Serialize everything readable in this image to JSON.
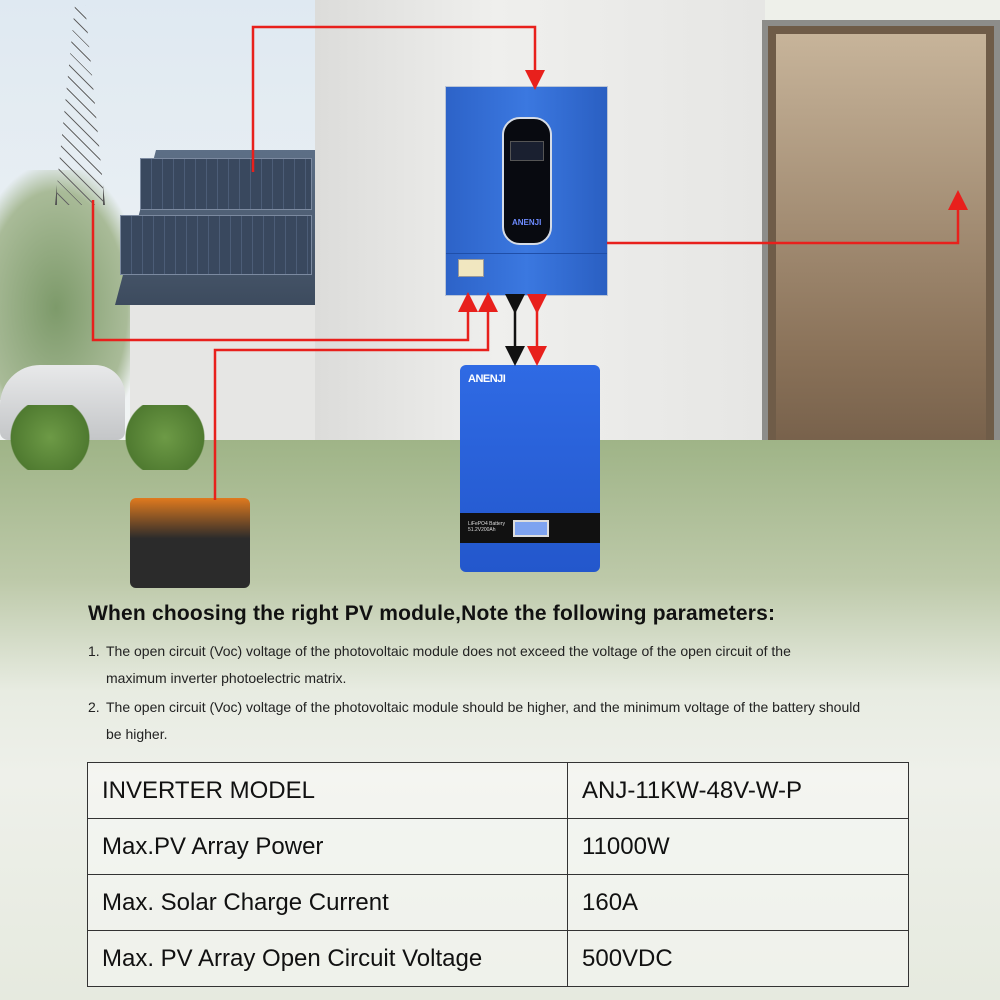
{
  "scene": {
    "inverter": {
      "brand_logo": "ANENJI"
    },
    "battery": {
      "brand_logo": "ANENJI",
      "label_line1": "LiFePO4 Battery",
      "label_line2": "51.2V200Ah"
    },
    "wire_color": "#e8201c"
  },
  "heading": "When choosing the right PV module,Note the following parameters:",
  "notes": [
    {
      "num": "1.",
      "text": "The open circuit (Voc) voltage of the photovoltaic module does not exceed the voltage of the open circuit of the maximum inverter photoelectric matrix."
    },
    {
      "num": "2.",
      "text": "The open circuit (Voc) voltage of the photovoltaic module should be higher, and the minimum voltage of the battery should be higher."
    }
  ],
  "spec_table": {
    "rows": [
      {
        "label": "INVERTER MODEL",
        "value": "ANJ-11KW-48V-W-P"
      },
      {
        "label": "Max.PV Array Power",
        "value": "11000W"
      },
      {
        "label": "Max. Solar Charge Current",
        "value": "160A"
      },
      {
        "label": "Max. PV Array Open Circuit Voltage",
        "value": "500VDC"
      }
    ]
  }
}
